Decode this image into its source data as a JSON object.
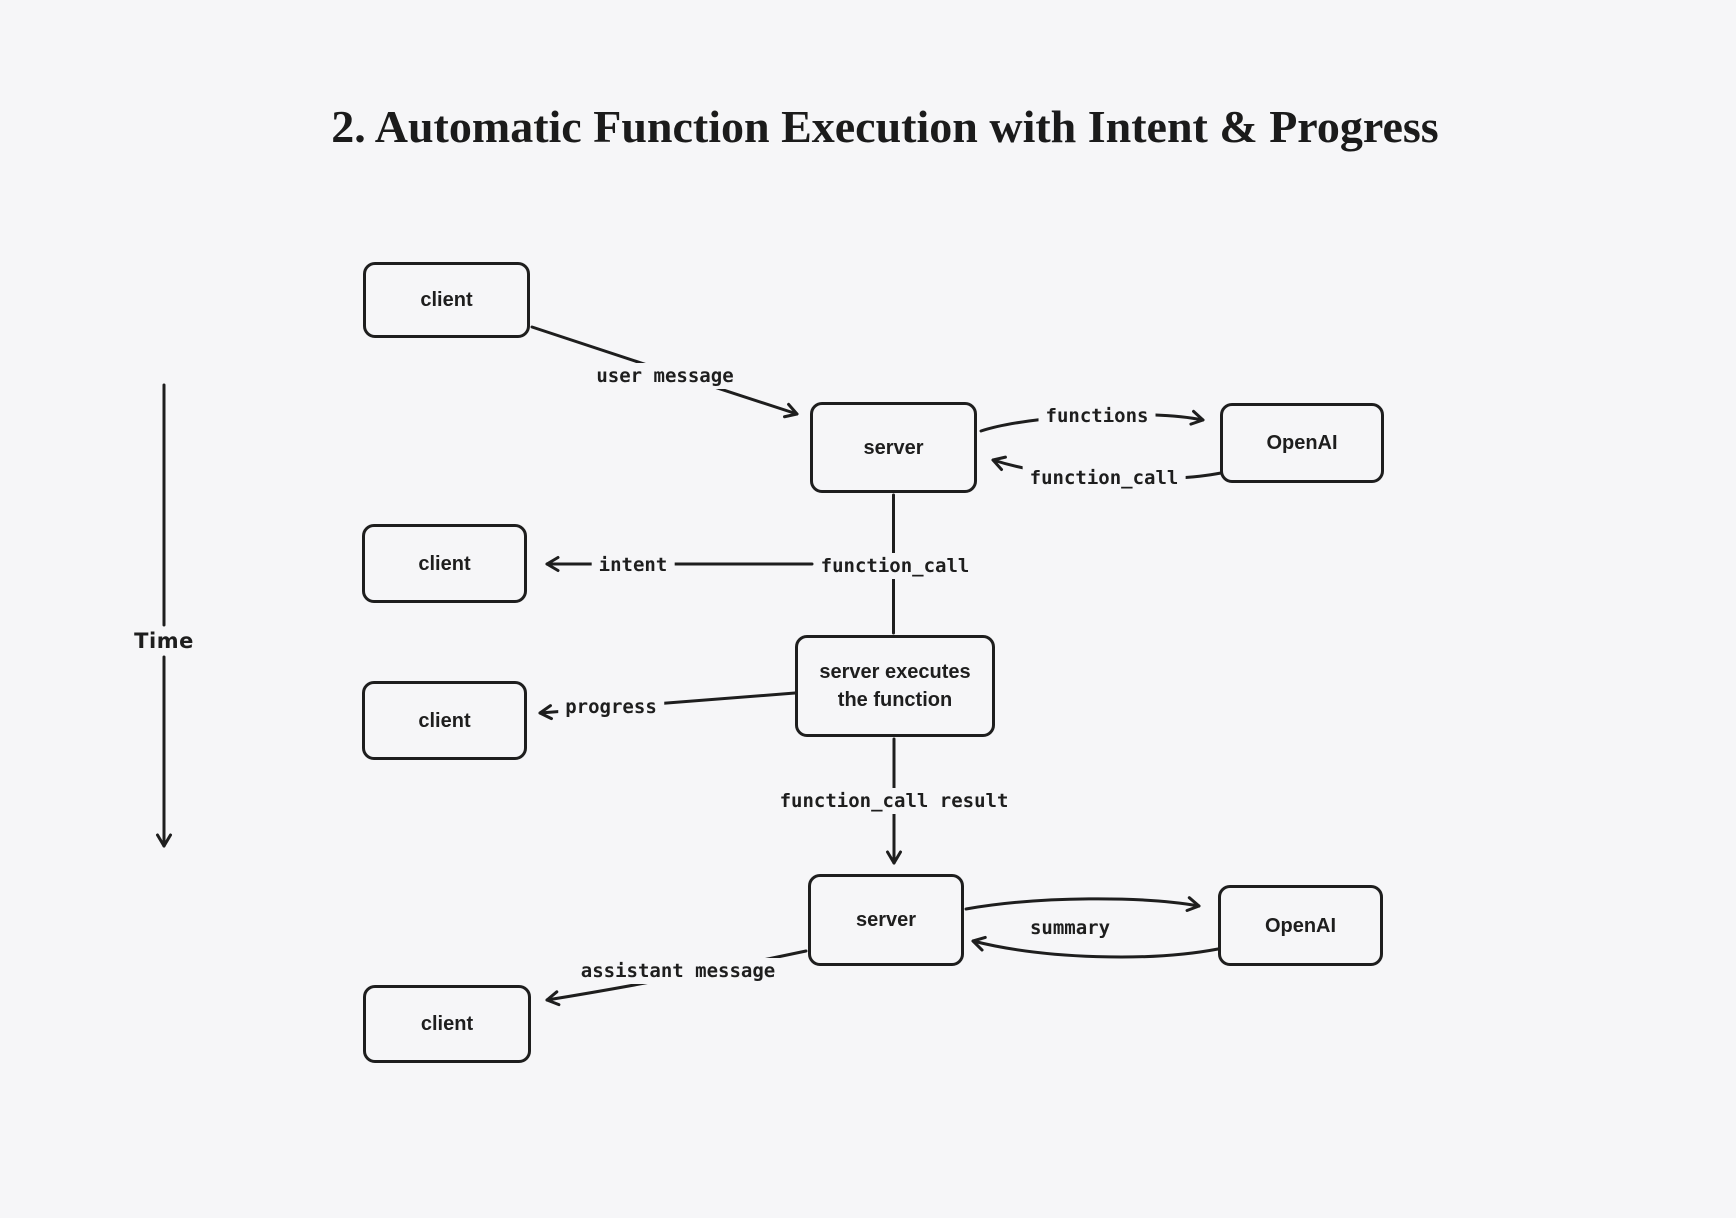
{
  "title": "2. Automatic Function Execution with Intent & Progress",
  "time_axis": {
    "label": "Time"
  },
  "nodes": {
    "client": "client",
    "server": "server",
    "openai": "OpenAI",
    "executor": "server executes the function"
  },
  "edges": {
    "user_message": "user message",
    "functions": "functions",
    "function_call": "function_call",
    "intent": "intent",
    "progress": "progress",
    "function_call_result": "function_call result",
    "summary": "summary",
    "assistant_message": "assistant message"
  },
  "colors": {
    "background": "#f6f6f8",
    "stroke": "#1e1e1e"
  }
}
